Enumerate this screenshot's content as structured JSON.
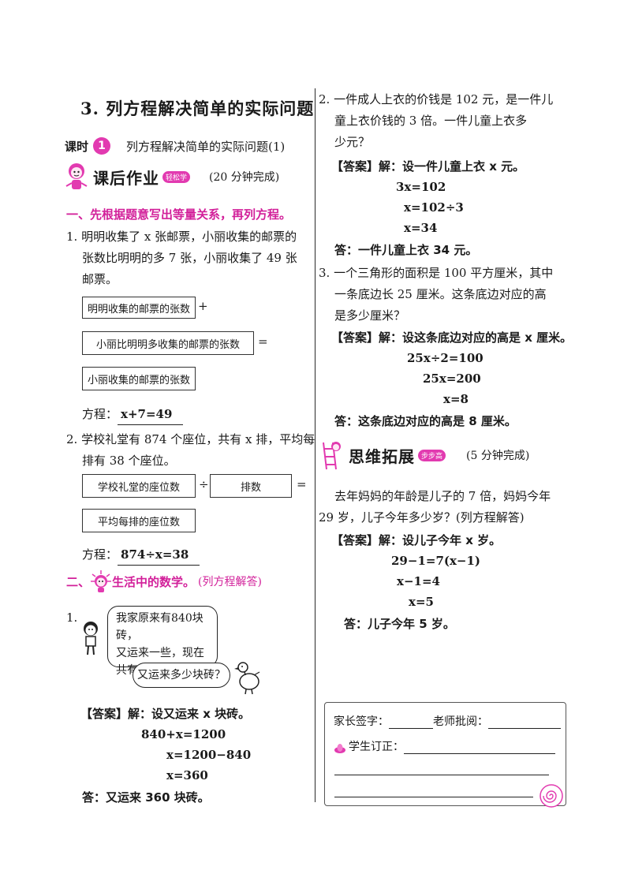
{
  "title": "3. 列方程解决简单的实际问题",
  "lesson": {
    "prefix": "课时",
    "number": "1",
    "text": "列方程解决简单的实际问题(1)"
  },
  "homework": {
    "banner": "课后作业",
    "pill": "轻松学",
    "time": "(20 分钟完成)"
  },
  "section1": {
    "heading": "一、先根据题意写出等量关系，再列方程。",
    "q1": {
      "lines": [
        "1. 明明收集了 x 张邮票，小丽收集的邮票的",
        "张数比明明的多 7 张，小丽收集了 49 张",
        "邮票。"
      ],
      "box1": "明明收集的邮票的张数",
      "op1": "+",
      "box2": "小丽比明明多收集的邮票的张数",
      "op2": "=",
      "box3": "小丽收集的邮票的张数",
      "eq_label": "方程：",
      "eq": "x+7=49"
    },
    "q2": {
      "lines": [
        "2. 学校礼堂有 874 个座位，共有 x 排，平均每",
        "排有 38 个座位。"
      ],
      "box1": "学校礼堂的座位数",
      "op1": "÷",
      "box2": "排数",
      "op2": "=",
      "box3": "平均每排的座位数",
      "eq_label": "方程：",
      "eq": "874÷x=38"
    }
  },
  "section2": {
    "heading_prefix": "二、",
    "heading": "生活中的数学。",
    "heading_suffix": "(列方程解答)",
    "q1": {
      "number": "1.",
      "bubble1": [
        "我家原来有840块砖，",
        "又运来一些，现在",
        "共有1200块。"
      ],
      "bubble2": "又运来多少块砖？",
      "answer_tag": "【答案】",
      "answer_intro": "解：设又运来 x 块砖。",
      "steps": [
        "840+x=1200",
        "x=1200−840",
        "x=360"
      ],
      "conclusion": "答：又运来 360 块砖。"
    }
  },
  "right": {
    "q2": {
      "lines": [
        "2. 一件成人上衣的价钱是 102 元，是一件儿",
        "童上衣价钱的 3 倍。一件儿童上衣多",
        "少元？"
      ],
      "answer_tag": "【答案】",
      "answer_intro": "解：设一件儿童上衣 x 元。",
      "steps": [
        "3x=102",
        "x=102÷3",
        "x=34"
      ],
      "conclusion": "答：一件儿童上衣 34 元。"
    },
    "q3": {
      "lines": [
        "3. 一个三角形的面积是 100 平方厘米，其中",
        "一条底边长 25 厘米。这条底边对应的高",
        "是多少厘米？"
      ],
      "answer_tag": "【答案】",
      "answer_intro": "解：设这条底边对应的高是 x 厘米。",
      "steps": [
        "25x÷2=100",
        "25x=200",
        "x=8"
      ],
      "conclusion": "答：这条底边对应的高是 8 厘米。"
    },
    "extension": {
      "banner": "思维拓展",
      "pill": "步步高",
      "time": "(5 分钟完成)",
      "lines": [
        "去年妈妈的年龄是儿子的 7 倍，妈妈今年",
        "29 岁，儿子今年多少岁？(列方程解答)"
      ],
      "answer_tag": "【答案】",
      "answer_intro": "解：设儿子今年 x 岁。",
      "steps": [
        "29−1=7(x−1)",
        "x−1=4",
        "x=5"
      ],
      "conclusion": "答：儿子今年 5 岁。"
    },
    "signature": {
      "parent": "家长签字：",
      "teacher": "老师批阅：",
      "correction": "学生订正："
    }
  },
  "colors": {
    "accent": "#d2209a",
    "badge": "#e23ab0"
  }
}
